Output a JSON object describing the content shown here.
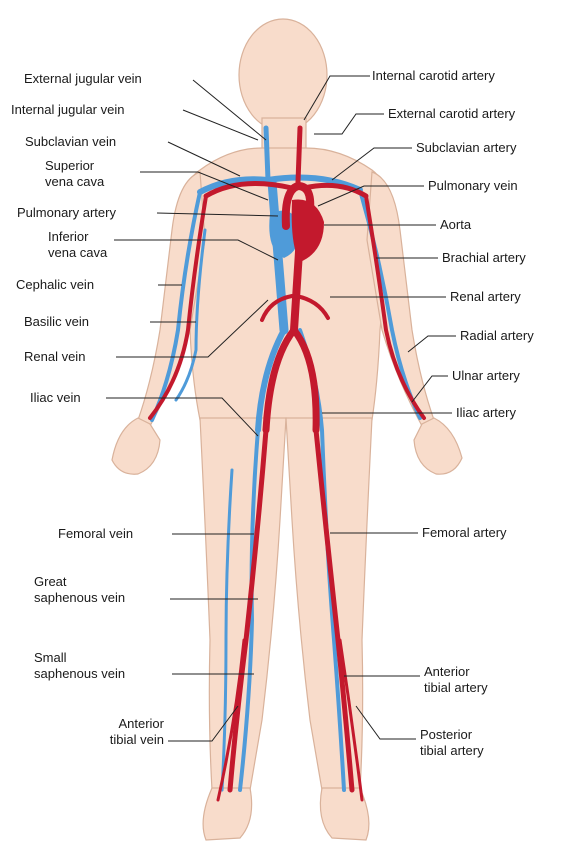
{
  "labels_left": {
    "external_jugular_vein": "External jugular vein",
    "internal_jugular_vein": "Internal jugular vein",
    "subclavian_vein": "Subclavian vein",
    "superior_vena_cava_1": "Superior",
    "superior_vena_cava_2": "vena cava",
    "pulmonary_artery": "Pulmonary artery",
    "inferior_vena_cava_1": "Inferior",
    "inferior_vena_cava_2": "vena cava",
    "cephalic_vein": "Cephalic vein",
    "basilic_vein": "Basilic vein",
    "renal_vein": "Renal vein",
    "iliac_vein": "Iliac vein",
    "femoral_vein": "Femoral vein",
    "great_saphenous_vein_1": "Great",
    "great_saphenous_vein_2": "saphenous vein",
    "small_saphenous_vein_1": "Small",
    "small_saphenous_vein_2": "saphenous vein",
    "anterior_tibial_vein_1": "Anterior",
    "anterior_tibial_vein_2": "tibial vein"
  },
  "labels_right": {
    "internal_carotid_artery": "Internal carotid artery",
    "external_carotid_artery": "External carotid artery",
    "subclavian_artery": "Subclavian artery",
    "pulmonary_vein": "Pulmonary vein",
    "aorta": "Aorta",
    "brachial_artery": "Brachial artery",
    "renal_artery": "Renal artery",
    "radial_artery": "Radial artery",
    "ulnar_artery": "Ulnar artery",
    "iliac_artery": "Iliac artery",
    "femoral_artery": "Femoral artery",
    "anterior_tibial_artery_1": "Anterior",
    "anterior_tibial_artery_2": "tibial artery",
    "posterior_tibial_artery_1": "Posterior",
    "posterior_tibial_artery_2": "tibial artery"
  },
  "colors": {
    "skin": "#f8dccb",
    "skin_outline": "#d9b29b",
    "artery": "#c3192d",
    "vein": "#4f9bd9",
    "leader_line": "#222222"
  }
}
